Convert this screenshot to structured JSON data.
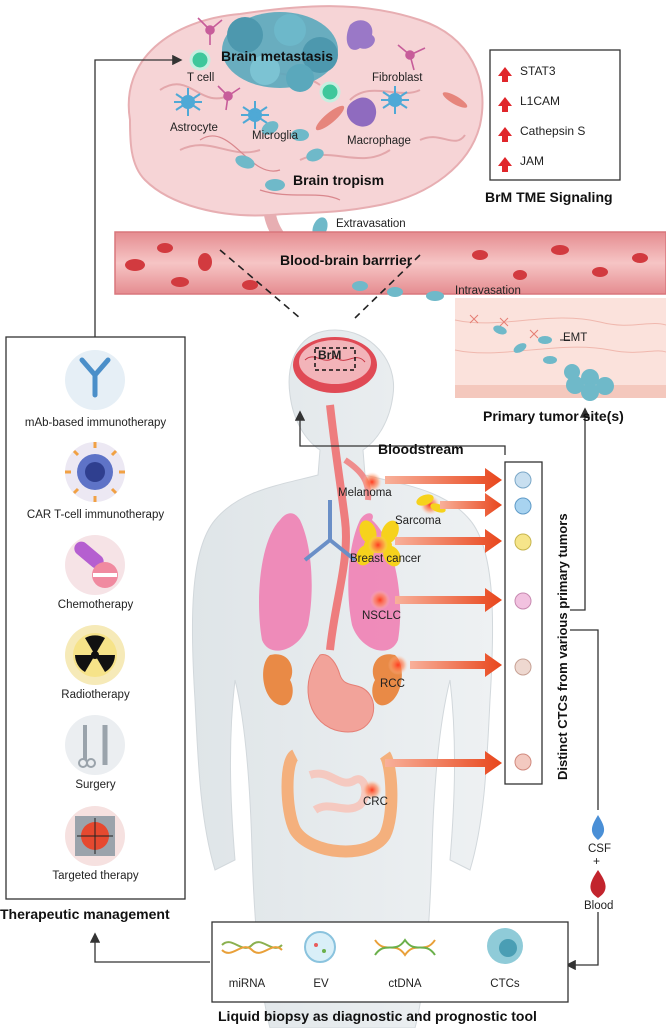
{
  "brain": {
    "title": "Brain metastasis",
    "cells": {
      "t_cell": "T cell",
      "fibroblast": "Fibroblast",
      "astrocyte": "Astrocyte",
      "microglia": "Microglia",
      "macrophage": "Macrophage"
    },
    "tropism": "Brain tropism",
    "extravasation": "Extravasation"
  },
  "signaling": {
    "items": [
      "STAT3",
      "L1CAM",
      "Cathepsin S",
      "JAM"
    ],
    "title": "BrM TME Signaling"
  },
  "vessel": {
    "bbb": "Blood-brain barrrier",
    "intravasation": "Intravasation",
    "emt": "EMT",
    "primary_site": "Primary tumor site(s)"
  },
  "body": {
    "brm": "BrM",
    "bloodstream": "Bloodstream",
    "tumors": [
      "Melanoma",
      "Sarcoma",
      "Breast cancer",
      "NSCLC",
      "RCC",
      "CRC"
    ]
  },
  "ctc_panel": {
    "title": "Distinct CTCs from various primary tumors"
  },
  "fluids": {
    "csf": "CSF",
    "plus": "+",
    "blood": "Blood"
  },
  "therapy": {
    "items": [
      {
        "label": "mAb-based immunotherapy",
        "icon": "antibody-icon"
      },
      {
        "label": "CAR T-cell immunotherapy",
        "icon": "car-t-cell-icon"
      },
      {
        "label": "Chemotherapy",
        "icon": "pill-capsule-icon"
      },
      {
        "label": "Radiotherapy",
        "icon": "radiation-icon"
      },
      {
        "label": "Surgery",
        "icon": "surgical-tools-icon"
      },
      {
        "label": "Targeted therapy",
        "icon": "target-icon"
      }
    ],
    "title": "Therapeutic management"
  },
  "biopsy": {
    "items": [
      "miRNA",
      "EV",
      "ctDNA",
      "CTCs"
    ],
    "title": "Liquid biopsy as diagnostic and prognostic tool"
  },
  "colors": {
    "accent_red": "#e0262b",
    "vessel": "#e9a3a6",
    "cell_teal": "#6fb9c9",
    "brain_pink": "#f6d4d6"
  }
}
